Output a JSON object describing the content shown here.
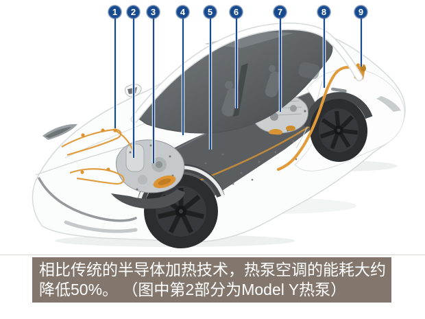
{
  "page": {
    "background": "#ffffff",
    "kind": "annotated cutaway diagram of Tesla Model Y heat pump system"
  },
  "callouts": {
    "style": {
      "bg": "#17498f",
      "text": "#ffffff"
    },
    "items": [
      "1",
      "2",
      "3",
      "4",
      "5",
      "6",
      "7",
      "8",
      "9"
    ]
  },
  "caption": {
    "bg": "#83776d",
    "text_color": "#ffffff",
    "line1": "相比传统的半导体加热技术，热泵空调的能耗大约",
    "line2": "降低50%。 （图中第2部分为Model Y热泵）"
  },
  "illustration": {
    "name": "tesla-model-y-heat-pump-cutaway",
    "leader_line_color": "#17498f",
    "cable_color": "#e29b3b",
    "battery_floor_color": "#5a5e61",
    "glass_color": "#53575b",
    "body_color": "#fbfcfc"
  }
}
